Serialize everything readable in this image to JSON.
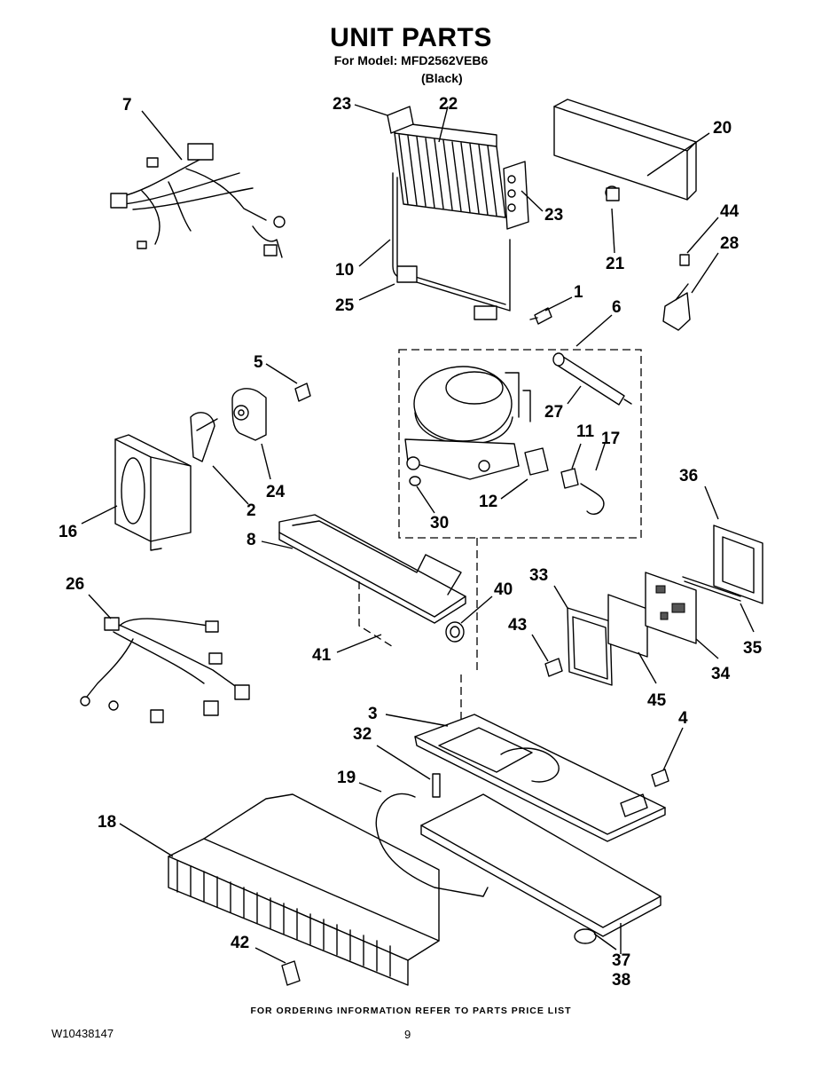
{
  "header": {
    "title": "UNIT PARTS",
    "subtitle": "For Model: MFD2562VEB6",
    "variant": "(Black)"
  },
  "callouts": [
    "7",
    "23",
    "22",
    "20",
    "23",
    "21",
    "10",
    "25",
    "44",
    "28",
    "1",
    "6",
    "5",
    "27",
    "11",
    "17",
    "24",
    "2",
    "16",
    "30",
    "12",
    "36",
    "8",
    "26",
    "40",
    "33",
    "41",
    "43",
    "35",
    "34",
    "45",
    "3",
    "4",
    "32",
    "19",
    "18",
    "42",
    "37",
    "38"
  ],
  "footer": {
    "note": "FOR ORDERING INFORMATION REFER TO PARTS PRICE LIST",
    "doc_id": "W10438147",
    "page": "9"
  }
}
